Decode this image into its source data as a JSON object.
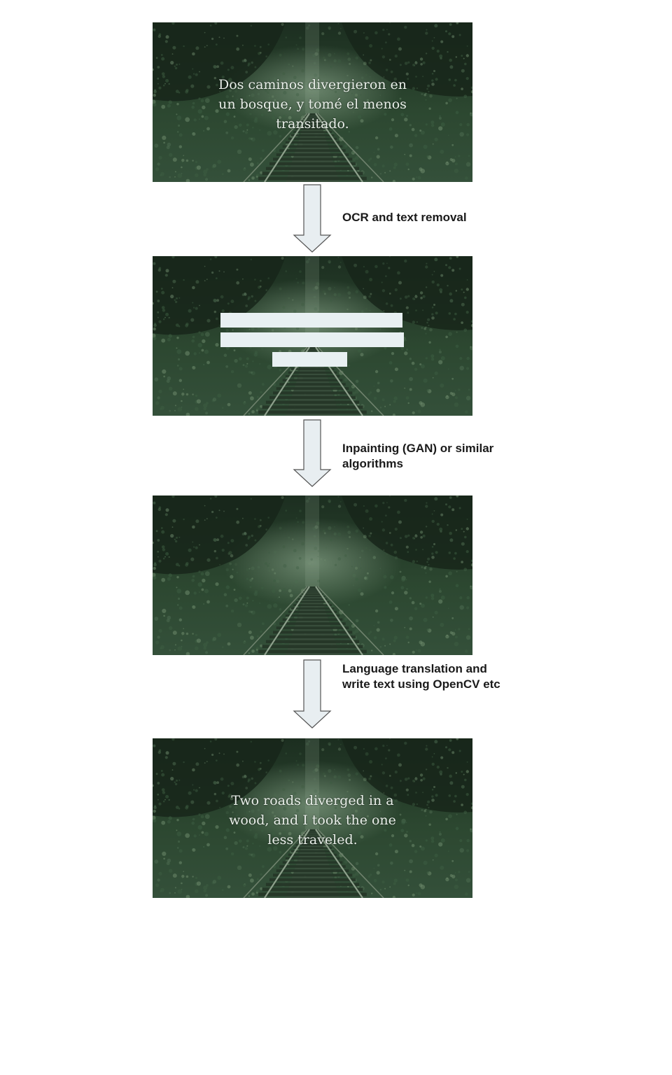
{
  "panels": [
    {
      "id": "original",
      "caption": "Dos caminos divergieron en un bosque, y tomé el menos transitado."
    },
    {
      "id": "text-removed",
      "caption": ""
    },
    {
      "id": "inpainted",
      "caption": ""
    },
    {
      "id": "translated",
      "caption": "Two roads diverged in a wood, and I  took the one less traveled."
    }
  ],
  "steps": [
    {
      "label": "OCR and text removal"
    },
    {
      "label": "Inpainting (GAN) or similar algorithms"
    },
    {
      "label": "Language translation and write text using OpenCV etc"
    }
  ],
  "colors": {
    "scene_dark": "#1f3323",
    "foliage": "#3d5c41",
    "foliage_light": "#6e8a6c",
    "mask": "#e8f0f2",
    "arrow_fill": "#e8eef1",
    "arrow_stroke": "#555555"
  }
}
